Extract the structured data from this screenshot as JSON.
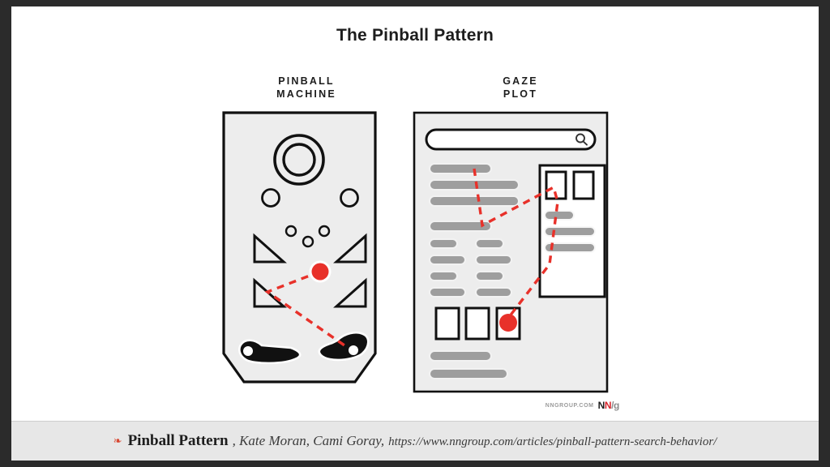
{
  "slide": {
    "title": "The Pinball Pattern",
    "background_color": "#ffffff",
    "frame_color": "#2b2b2b"
  },
  "columns": {
    "left": {
      "label_line1": "PINBALL",
      "label_line2": "MACHINE"
    },
    "right": {
      "label_line1": "GAZE",
      "label_line2": "PLOT"
    }
  },
  "pinball_machine": {
    "body_fill": "#ededed",
    "outline_color": "#111111",
    "ball_color": "#e8312a",
    "path_color": "#e8312a",
    "elements": {
      "top_bumper_ring": "large-double-ring",
      "mid_bumpers": 2,
      "small_pegs": 3,
      "triangle_bumpers": 4,
      "flippers": 2
    }
  },
  "gaze_plot": {
    "page_fill": "#ededed",
    "bar_color": "#9e9e9e",
    "panel_fill": "#ffffff",
    "outline_color": "#111111",
    "fixation_color": "#e8312a",
    "search_bar_placeholder": "",
    "search_icon": "magnifier-icon",
    "left_column_bars": 4,
    "paired_bars_rows": 4,
    "thumbnail_boxes": 3,
    "footer_bars": 2,
    "side_panel": {
      "boxes": 2,
      "bars": 3
    }
  },
  "credit": {
    "site": "NNGROUP.COM",
    "logo_n1": "N",
    "logo_n2": "N",
    "logo_slash_g": "/g"
  },
  "caption": {
    "marker": "❧",
    "title": "Pinball Pattern",
    "authors": ", Kate Moran, Cami Goray,",
    "url": "https://www.nngroup.com/articles/pinball-pattern-search-behavior/"
  }
}
